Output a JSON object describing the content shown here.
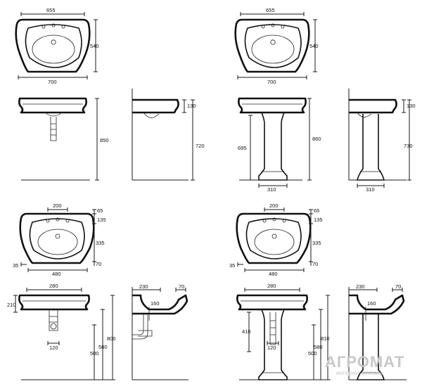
{
  "dimensions": {
    "top1": {
      "width_top": "655",
      "height": "540",
      "width_bottom": "700"
    },
    "top2": {
      "width_top": "655",
      "height": "540",
      "width_bottom": "700"
    },
    "wall_front": {
      "height": "850"
    },
    "wall_side": {
      "depth": "130",
      "height": "720"
    },
    "pedestal_front": {
      "pedestal_h": "695",
      "height": "860",
      "base": "310"
    },
    "pedestal_side": {
      "depth": "130",
      "height": "730",
      "base": "310"
    },
    "plan1": {
      "holes": "200",
      "d65": "65",
      "d135": "135",
      "d335": "335",
      "d35": "35",
      "d70": "70",
      "d480": "480"
    },
    "plan2": {
      "holes": "200",
      "d65": "65",
      "d135": "135",
      "d335": "335",
      "d35": "35",
      "d70": "70",
      "d480": "480"
    },
    "tech_front1": {
      "w280": "280",
      "d210": "210",
      "d120": "120",
      "d500": "500",
      "d580": "580",
      "d800": "800"
    },
    "tech_side1": {
      "d230": "230",
      "d70": "70",
      "d160": "160"
    },
    "tech_front2": {
      "w280": "280",
      "d410": "410",
      "d120": "120",
      "d500": "500",
      "d580": "580",
      "d810": "810"
    },
    "tech_side2": {
      "d230": "230",
      "d70": "70",
      "d160": "160"
    }
  },
  "watermark": {
    "brand": "АГРОМАТ",
    "sub": "интернет-магазин"
  }
}
